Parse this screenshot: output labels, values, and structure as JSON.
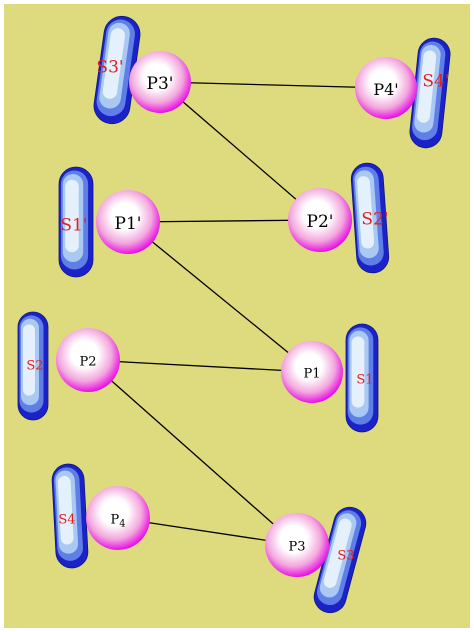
{
  "colors": {
    "background": "#dedb7e",
    "border": "#ffffff",
    "sphere_rim": "#e600e6",
    "sphere_mid": "#f3a6dd",
    "sphere_core": "#ffffff",
    "bar_outer": "#1a22c8",
    "bar_mid": "#5f7fe6",
    "bar_light": "#a9c8f2",
    "bar_core": "#e4f0fb",
    "link_line": "#000000",
    "s_label": "#e02020",
    "p_label": "#000000"
  },
  "particles": [
    {
      "id": "p3prime",
      "label": "P3'"
    },
    {
      "id": "p4prime",
      "label": "P4'"
    },
    {
      "id": "p1prime",
      "label": "P1'"
    },
    {
      "id": "p2prime",
      "label": "P2'"
    },
    {
      "id": "p2",
      "label": "P2"
    },
    {
      "id": "p1",
      "label": "P1"
    },
    {
      "id": "p4",
      "label": "P",
      "subscript": "4"
    },
    {
      "id": "p3",
      "label": "P3"
    }
  ],
  "strands": [
    {
      "id": "s3prime",
      "label": "S3'"
    },
    {
      "id": "s4prime",
      "label": "S4'"
    },
    {
      "id": "s1prime",
      "label": "S1'"
    },
    {
      "id": "s2prime",
      "label": "S2'"
    },
    {
      "id": "s2",
      "label": "S2"
    },
    {
      "id": "s1",
      "label": "S1"
    },
    {
      "id": "s4",
      "label": "S4"
    },
    {
      "id": "s3",
      "label": "S3"
    }
  ],
  "links": [
    {
      "from": "p3prime",
      "to": "p4prime"
    },
    {
      "from": "p3prime",
      "to": "p2prime"
    },
    {
      "from": "p1prime",
      "to": "p2prime"
    },
    {
      "from": "p1prime",
      "to": "p1"
    },
    {
      "from": "p2",
      "to": "p1"
    },
    {
      "from": "p2",
      "to": "p3"
    },
    {
      "from": "p4",
      "to": "p3"
    }
  ]
}
